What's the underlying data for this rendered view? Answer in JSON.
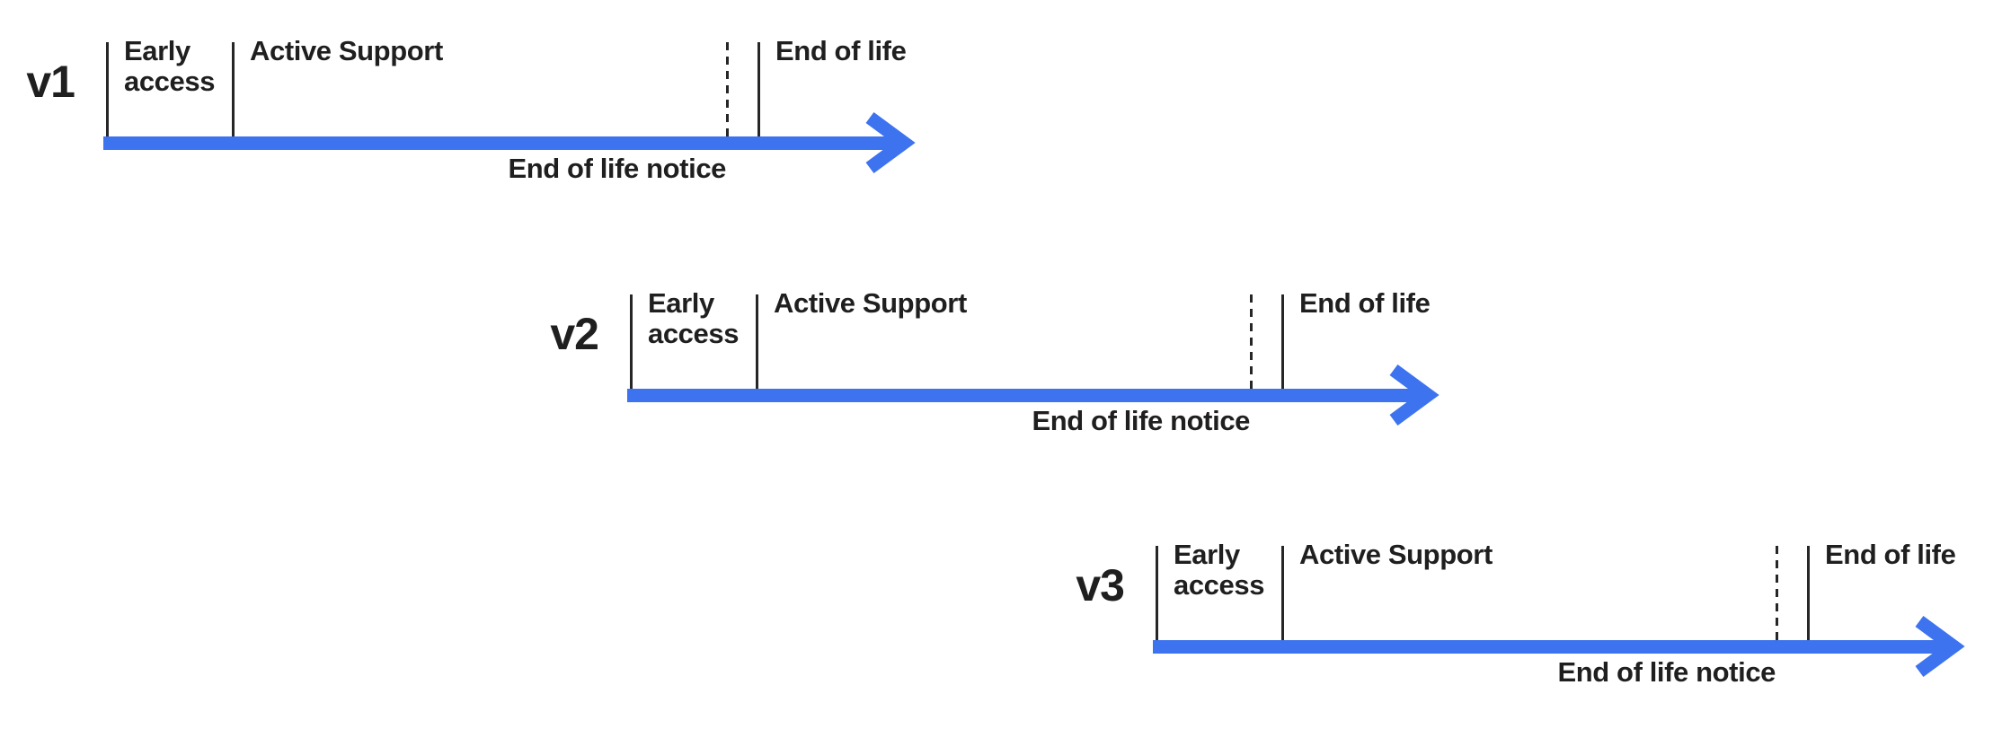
{
  "colors": {
    "arrow_blue": "#3D73EE",
    "line_dark": "#262626",
    "text_dark": "#1F1F1F"
  },
  "timelines": [
    {
      "version": "v1",
      "phases": {
        "early_access": "Early access",
        "active_support": "Active Support",
        "end_of_life": "End of life"
      },
      "notice": "End of life notice"
    },
    {
      "version": "v2",
      "phases": {
        "early_access": "Early access",
        "active_support": "Active Support",
        "end_of_life": "End of life"
      },
      "notice": "End of life notice"
    },
    {
      "version": "v3",
      "phases": {
        "early_access": "Early access",
        "active_support": "Active Support",
        "end_of_life": "End of life"
      },
      "notice": "End of life notice"
    }
  ]
}
